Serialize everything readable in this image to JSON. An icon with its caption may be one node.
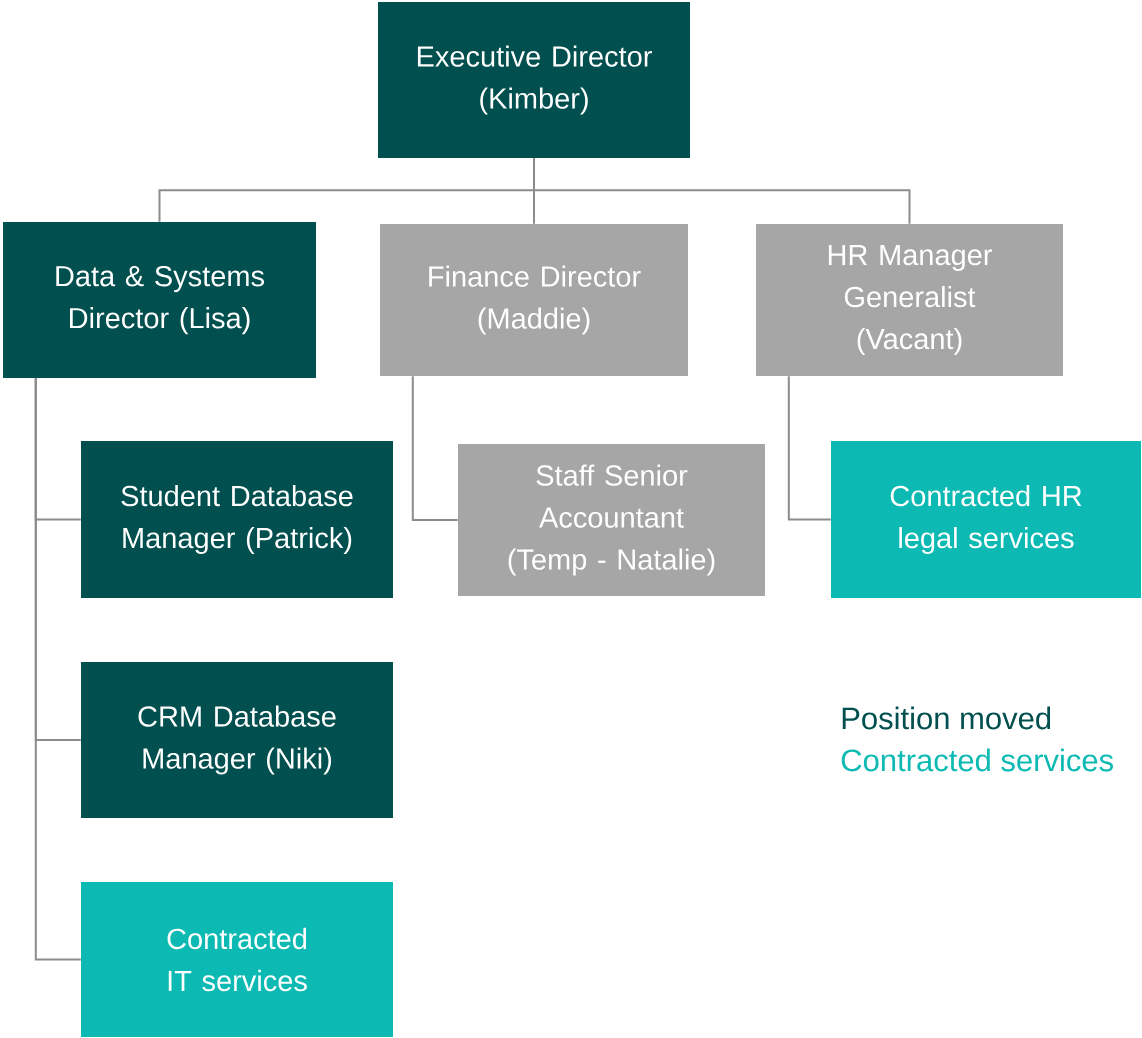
{
  "diagram": {
    "nodes": [
      {
        "text": [
          "Executive Director",
          "(Kimber)"
        ]
      },
      {
        "text": [
          "Data & Systems Director (Lisa)"
        ]
      },
      {
        "text": [
          "Finance Director",
          "(Maddie)"
        ]
      },
      {
        "text": [
          "HR Manager Generalist",
          "(Vacant)"
        ]
      },
      {
        "text": [
          "Student Database Manager (Patrick)"
        ]
      },
      {
        "text": [
          "Staff Senior Accountant",
          "(Temp - Natalie)"
        ]
      },
      {
        "text": [
          "Contracted HR legal services"
        ]
      },
      {
        "text": [
          "CRM Database Manager (Niki)"
        ]
      },
      {
        "text": [
          "Contracted IT services"
        ]
      }
    ],
    "edges": [
      {
        "from": 0,
        "to": 1,
        "arrow": "none"
      },
      {
        "from": 0,
        "to": 2,
        "arrow": "none"
      },
      {
        "from": 0,
        "to": 3,
        "arrow": "none"
      },
      {
        "from": 1,
        "to": 4,
        "arrow": "none"
      },
      {
        "from": 2,
        "to": 5,
        "arrow": "none"
      },
      {
        "from": 3,
        "to": 6,
        "arrow": "none"
      },
      {
        "from": 1,
        "to": 7,
        "arrow": "none"
      },
      {
        "from": 1,
        "to": 8,
        "arrow": "none"
      }
    ],
    "legend": [
      {
        "text": "Position moved",
        "color": "#024f4f"
      },
      {
        "text": "Contracted services",
        "color": "#0dbab3"
      }
    ]
  }
}
